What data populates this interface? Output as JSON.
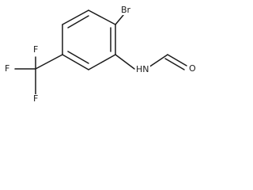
{
  "molecule": {
    "atoms": {
      "bromine": "Br",
      "fluorine_top": "F",
      "fluorine_left": "F",
      "fluorine_bottom": "F",
      "nitrogen": "N",
      "hydrogen": "H",
      "oxygen": "O"
    },
    "colors": {
      "bond": "#1a1a1a",
      "label": "#1a1a1a",
      "background": "#ffffff"
    }
  }
}
